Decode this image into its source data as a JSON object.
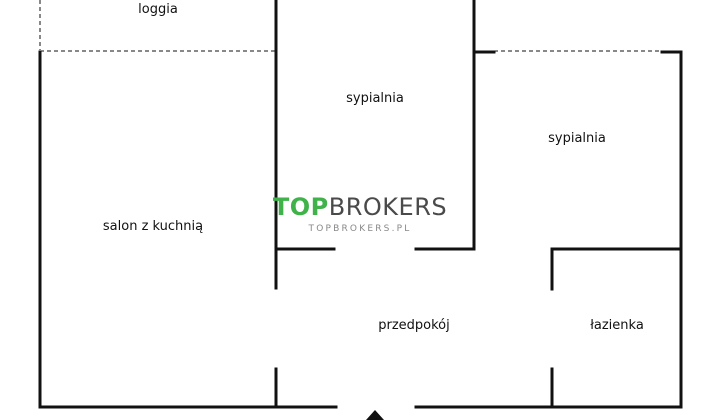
{
  "rooms": {
    "loggia": "loggia",
    "bedroom_1": "sypialnia",
    "bedroom_2": "sypialnia",
    "living_kitchen": "salon z kuchnią",
    "hallway": "przedpokój",
    "bathroom": "łazienka"
  },
  "watermark": {
    "brand_part1": "TOP",
    "brand_part2": "BROKERS",
    "url": "TOPBROKERS.PL",
    "color_green": "#3fb24a",
    "color_gray": "#4a4a4a"
  },
  "entrance": {
    "icon": "entrance-arrow-icon"
  }
}
